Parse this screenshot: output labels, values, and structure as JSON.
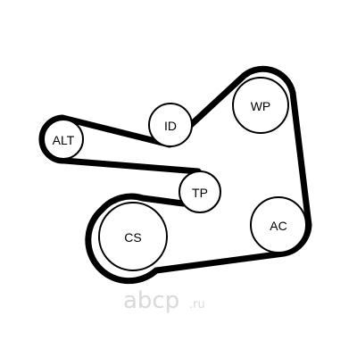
{
  "pulleys": {
    "alt": {
      "label": "ALT"
    },
    "id": {
      "label": "ID"
    },
    "wp": {
      "label": "WP"
    },
    "tp": {
      "label": "TP"
    },
    "cs": {
      "label": "CS"
    },
    "ac": {
      "label": "AC"
    }
  },
  "watermark": {
    "brand": "abcp",
    "tld": ".ru"
  },
  "colors": {
    "belt": "#000000",
    "pulley_stroke": "#000000",
    "watermark": "#d9d9d9"
  }
}
